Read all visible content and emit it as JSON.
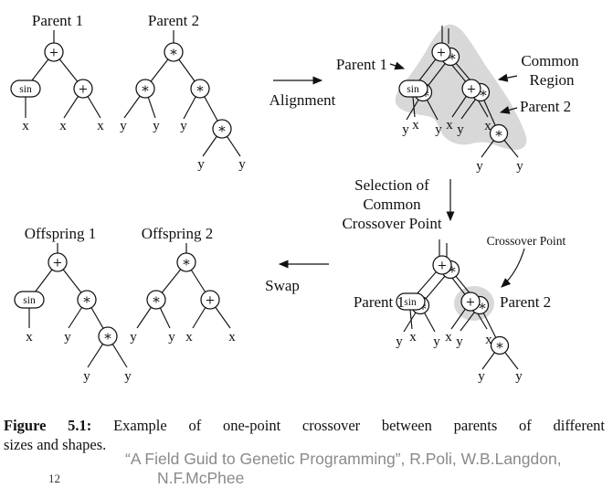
{
  "symbols": {
    "plus": "+",
    "times": "*",
    "sin": "sin",
    "x": "x",
    "y": "y"
  },
  "trees": {
    "parent1": {
      "title": "Parent 1",
      "expression": "(+ (sin x) (+ x x))"
    },
    "parent2": {
      "title": "Parent 2",
      "expression": "(* (* y y) (* y (* y y)))"
    },
    "offspring1": {
      "title": "Offspring 1",
      "expression": "(+ (sin x) (* y (* y y)))"
    },
    "offspring2": {
      "title": "Offspring 2",
      "expression": "(* (* y y) (+ x x))"
    }
  },
  "steps": {
    "alignment": "Alignment",
    "selection_line1": "Selection of",
    "selection_line2": "Common",
    "selection_line3": "Crossover Point",
    "swap": "Swap"
  },
  "annotations": {
    "parent1": "Parent 1",
    "parent2": "Parent 2",
    "common_region_line1": "Common",
    "common_region_line2": "Region",
    "crossover_point": "Crossover Point"
  },
  "caption": {
    "tag": "Figure 5.1:",
    "rest": "Example of one-point crossover between parents of different",
    "line2": "sizes and shapes."
  },
  "attribution": {
    "line1": "“A Field Guid to Genetic Programming”, R.Poli, W.B.Langdon,",
    "line2": "N.F.McPhee"
  },
  "page_number": "12",
  "colors": {
    "ink": "#111111",
    "region_fill": "#d8d8d8",
    "attribution_gray": "#8a8a8a"
  }
}
